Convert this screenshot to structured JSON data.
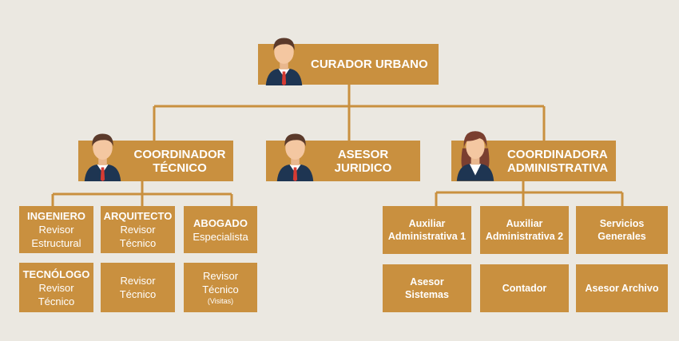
{
  "colors": {
    "background": "#ebe8e1",
    "box": "#c9903f",
    "box_text": "#ffffff",
    "line": "#c9903f"
  },
  "root": {
    "title": "CURADOR URBANO",
    "icon": "man-avatar-icon"
  },
  "level2": {
    "tecnico": {
      "line1": "COORDINADOR",
      "line2": "TÉCNICO",
      "icon": "man-avatar-icon"
    },
    "juridico": {
      "line1": "ASESOR",
      "line2": "JURIDICO",
      "icon": "man-avatar-icon"
    },
    "administrativa": {
      "line1": "COORDINADORA",
      "line2": "ADMINISTRATIVA",
      "icon": "woman-avatar-icon"
    }
  },
  "tecnico_team": {
    "ingeniero": {
      "title": "INGENIERO",
      "line1": "Revisor",
      "line2": "Estructural"
    },
    "arquitecto": {
      "title": "ARQUITECTO",
      "line1": "Revisor",
      "line2": "Técnico"
    },
    "abogado": {
      "title": "ABOGADO",
      "line1": "Especialista"
    },
    "tecnologo": {
      "title": "TECNÓLOGO",
      "line1": "Revisor",
      "line2": "Técnico"
    },
    "revisor1": {
      "line1": "Revisor",
      "line2": "Técnico"
    },
    "revisor2": {
      "line1": "Revisor",
      "line2": "Técnico",
      "line3": "(Visitas)"
    }
  },
  "admin_team": {
    "aux1": {
      "line1": "Auxiliar",
      "line2": "Administrativa 1"
    },
    "aux2": {
      "line1": "Auxiliar",
      "line2": "Administrativa 2"
    },
    "servicios": {
      "line1": "Servicios",
      "line2": "Generales"
    },
    "sistemas": {
      "line1": "Asesor",
      "line2": "Sistemas"
    },
    "contador": {
      "line1": "Contador"
    },
    "archivo": {
      "line1": "Asesor Archivo"
    }
  }
}
